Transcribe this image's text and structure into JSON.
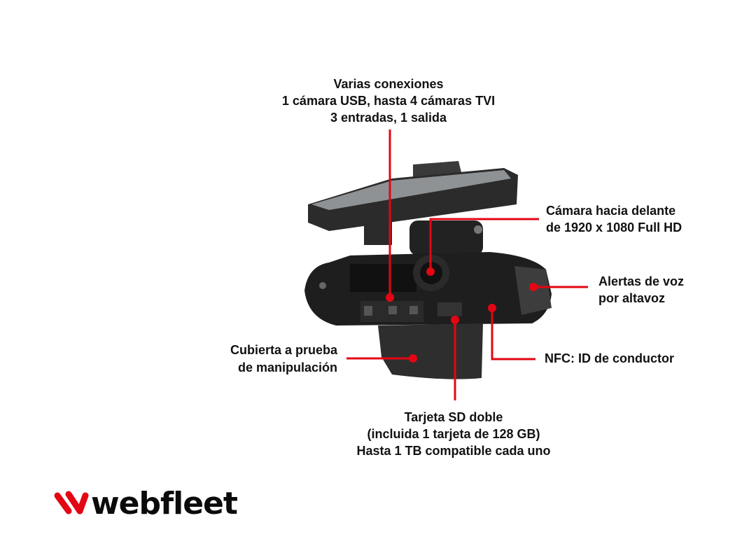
{
  "callouts": {
    "connections": [
      "Varias conexiones",
      "1 cámara USB, hasta 4 cámaras TVI",
      "3 entradas, 1 salida"
    ],
    "camera": [
      "Cámara hacia delante",
      "de 1920 x 1080 Full HD"
    ],
    "speaker": [
      "Alertas de voz",
      "por altavoz"
    ],
    "nfc": [
      "NFC: ID de conductor"
    ],
    "cover": [
      "Cubierta a prueba",
      "de manipulación"
    ],
    "sd": [
      "Tarjeta SD doble",
      "(incluida 1 tarjeta de 128 GB)",
      "Hasta 1 TB compatible cada uno"
    ]
  },
  "logo": {
    "text": "webfleet"
  },
  "colors": {
    "accent": "#e30613",
    "device": "#1f1f1f",
    "text": "#111111"
  }
}
